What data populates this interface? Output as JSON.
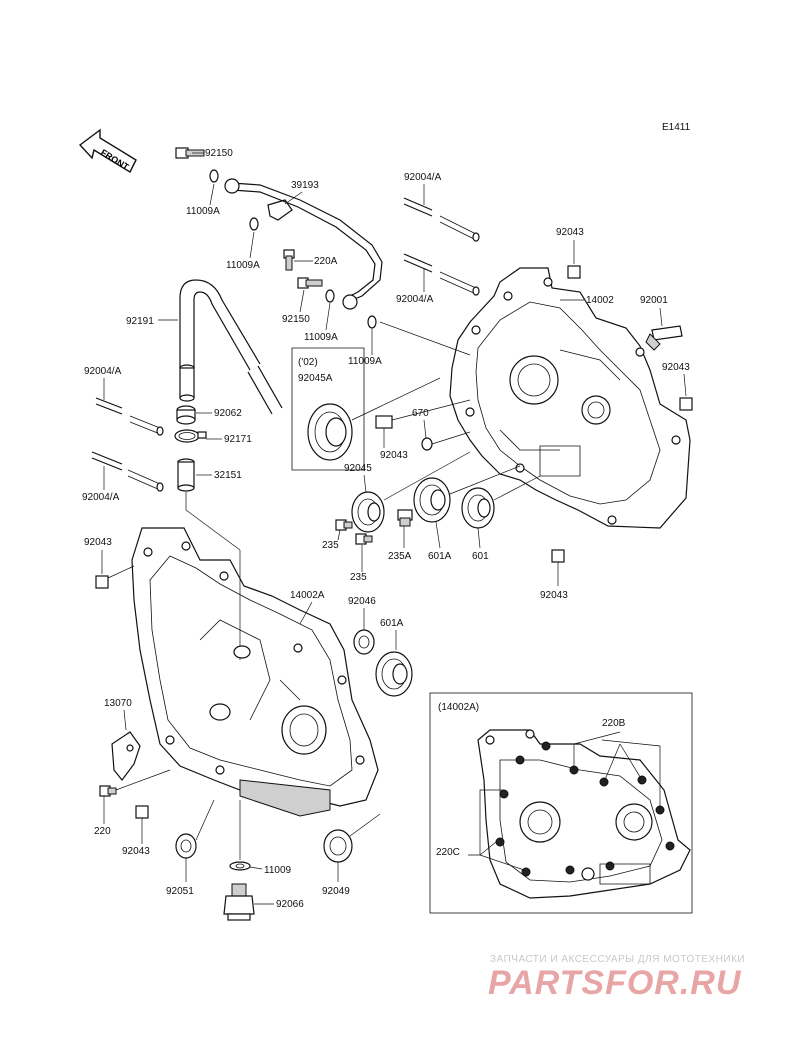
{
  "diagram_code": "E1411",
  "front_label": "FRONT",
  "part_labels": {
    "p92150_top": "92150",
    "p11009A_a": "11009A",
    "p39193": "39193",
    "p11009A_b": "11009A",
    "p220A": "220A",
    "p92150_mid": "92150",
    "p11009A_c": "11009A",
    "p11009A_d": "11009A",
    "p92191": "92191",
    "p02": "('02)",
    "p92045A": "92045A",
    "p92004A_1": "92004/A",
    "p92004A_2": "92004/A",
    "p92004A_3": "92004/A",
    "p92004A_4": "92004/A",
    "p92043_1": "92043",
    "p14002": "14002",
    "p92001": "92001",
    "p92043_2": "92043",
    "p92062": "92062",
    "p92171": "92171",
    "p32151": "32151",
    "p670": "670",
    "p92043_3": "92043",
    "p92045": "92045",
    "p92043_4": "92043",
    "p235_a": "235",
    "p235A": "235A",
    "p601A_a": "601A",
    "p601": "601",
    "p235_b": "235",
    "p92043_5": "92043",
    "p14002A": "14002A",
    "p92046": "92046",
    "p601A_b": "601A",
    "p13070": "13070",
    "p220": "220",
    "p92043_6": "92043",
    "p92051": "92051",
    "p11009": "11009",
    "p92066": "92066",
    "p92049": "92049"
  },
  "inset": {
    "title": "(14002A)",
    "label_220B": "220B",
    "label_220C": "220C"
  },
  "watermark": {
    "tagline": "ЗАПЧАСТИ И АКСЕССУАРЫ ДЛЯ МОТОТЕХНИКИ",
    "logo": "PARTSFOR.RU"
  }
}
